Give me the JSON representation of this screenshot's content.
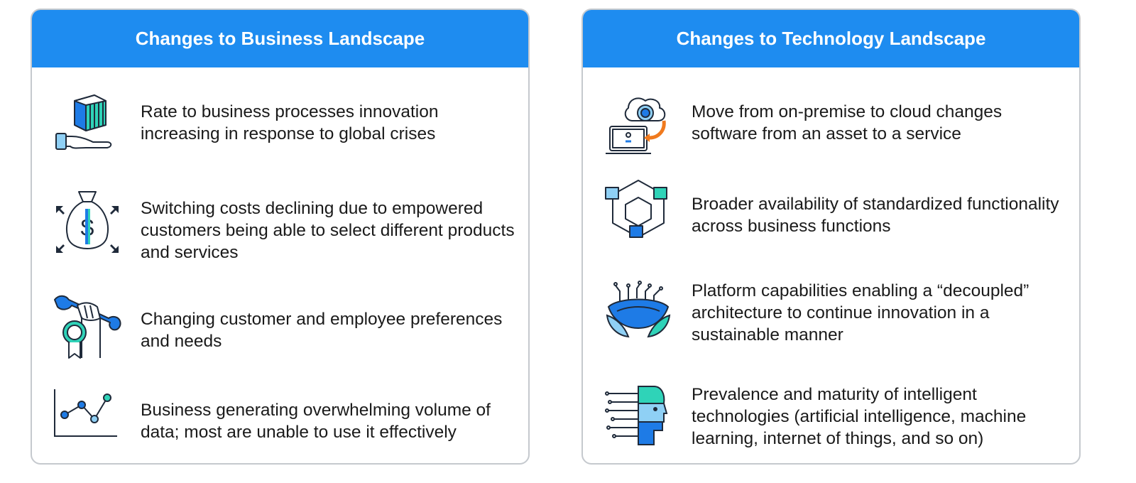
{
  "business": {
    "title": "Changes to Business Landscape",
    "items": [
      {
        "icon": "hand-holding-box-icon",
        "text": "Rate to business processes innovation increasing in response to global crises"
      },
      {
        "icon": "money-bag-arrows-icon",
        "text": "Switching costs declining due to empowered customers being able to select different products and services"
      },
      {
        "icon": "wrench-award-icon",
        "text": "Changing customer and employee preferences and needs"
      },
      {
        "icon": "line-chart-icon",
        "text": "Business generating overwhelming volume of data; most are unable to use it effectively"
      }
    ]
  },
  "technology": {
    "title": "Changes to Technology Landscape",
    "items": [
      {
        "icon": "cloud-laptop-icon",
        "text": "Move from on-premise to cloud changes software from an asset to a service"
      },
      {
        "icon": "hexagon-cubes-icon",
        "text": "Broader availability of standardized functionality across business functions"
      },
      {
        "icon": "leaf-circuit-icon",
        "text": "Platform capabilities enabling a “decoupled” architecture to continue innovation in a sustainable manner"
      },
      {
        "icon": "ai-head-icon",
        "text": "Prevalence and maturity of intelligent technologies (artificial intelligence, machine learning, internet of things, and so on)"
      }
    ]
  },
  "colors": {
    "header": "#1e8cf0",
    "teal": "#2fd3b8",
    "blue": "#1e7be6",
    "light_blue": "#8fd0f5",
    "navy": "#1f2a3a",
    "orange": "#f07a1e"
  }
}
